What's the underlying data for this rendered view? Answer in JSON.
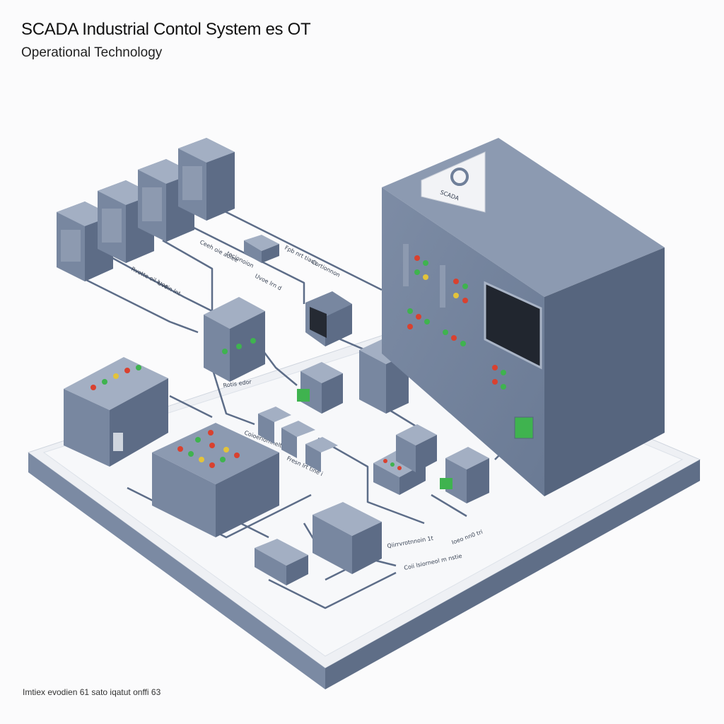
{
  "header": {
    "title": "SCADA Industrial Contol System es OT",
    "subtitle": "Operational Technology"
  },
  "footer": {
    "caption": "Imtiex evodien 61 sato iqatut onffi 63"
  },
  "cabinet": {
    "plate_text": "SCADA"
  },
  "wire_labels": [
    "Rvotte oil luoe",
    "Uvoin lnt",
    "Ceeh oie aolee",
    "tecionoion",
    "Uvoe lrn d",
    "Fpb nrt tiaus",
    "Cortionnon",
    "Rotis edor",
    "Coioeriomnelt",
    "Fresn lrt tine i",
    "Qiirrvrotnnoin 1t",
    "Ioeo nn0 tri",
    "Coii lsiorneol m nstie"
  ],
  "colors": {
    "device": "#6f7f99",
    "device_light": "#8c9ab1",
    "device_dark": "#56657e",
    "board_top": "#f0f2f5",
    "board_side": "#6e7d96",
    "led_green": "#3fb34f",
    "led_red": "#d9412f",
    "led_yellow": "#e3c33a"
  }
}
